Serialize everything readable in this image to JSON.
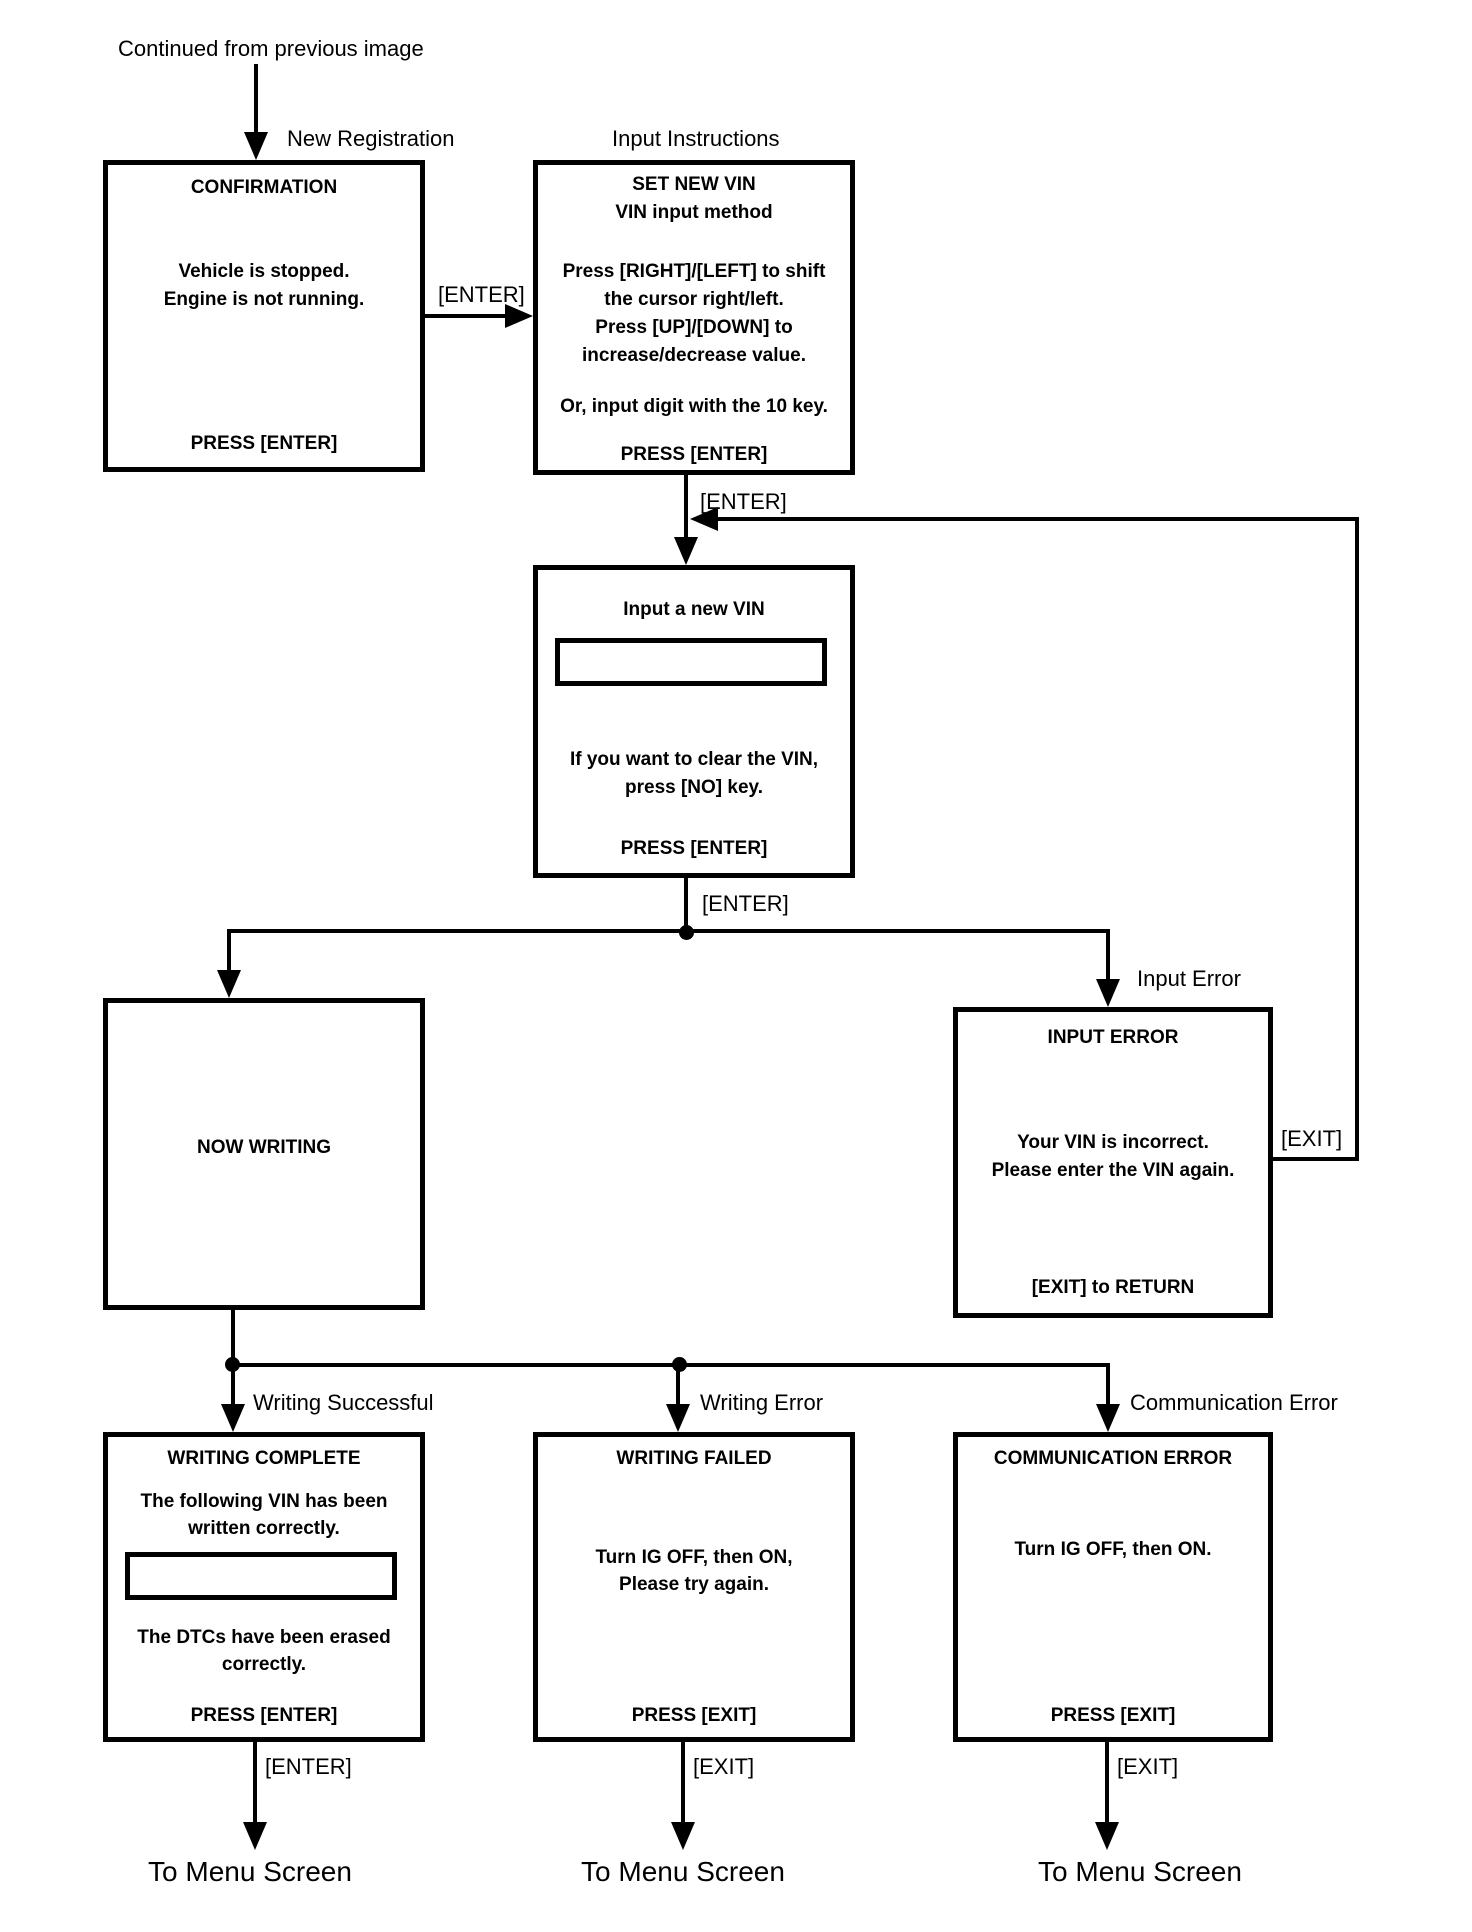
{
  "flow": {
    "start_label": "Continued from previous image",
    "branch_labels": {
      "new_registration": "New Registration",
      "input_instructions": "Input Instructions",
      "input_error": "Input Error",
      "writing_successful": "Writing Successful",
      "writing_error": "Writing Error",
      "communication_error": "Communication Error"
    },
    "edges": {
      "confirm_next": "[ENTER]",
      "instructions_next": "[ENTER]",
      "vin_submit": "[ENTER]",
      "input_error_return": "[EXIT]",
      "complete_next": "[ENTER]",
      "failed_next": "[EXIT]",
      "comm_next": "[EXIT]"
    },
    "boxes": {
      "confirmation": {
        "title": "CONFIRMATION",
        "line1": "Vehicle is stopped.",
        "line2": "Engine is not running.",
        "footer": "PRESS [ENTER]"
      },
      "set_new_vin": {
        "title1": "SET NEW VIN",
        "title2": "VIN input method",
        "line1": "Press [RIGHT]/[LEFT] to shift",
        "line2": "the cursor right/left.",
        "line3": "Press [UP]/[DOWN] to",
        "line4": "increase/decrease value.",
        "line5": "Or, input digit with the 10 key.",
        "footer": "PRESS [ENTER]"
      },
      "input_new_vin": {
        "title": "Input a new VIN",
        "input_value": "",
        "line1": "If you want to clear the VIN,",
        "line2": "press [NO] key.",
        "footer": "PRESS [ENTER]"
      },
      "now_writing": {
        "title": "NOW WRITING"
      },
      "input_error": {
        "title": "INPUT ERROR",
        "line1": "Your VIN is incorrect.",
        "line2": "Please enter the VIN again.",
        "footer": "[EXIT] to RETURN"
      },
      "writing_complete": {
        "title": "WRITING COMPLETE",
        "line1": "The following VIN has been",
        "line2": "written correctly.",
        "input_value": "",
        "line3": "The DTCs have been erased",
        "line4": "correctly.",
        "footer": "PRESS [ENTER]"
      },
      "writing_failed": {
        "title": "WRITING FAILED",
        "line1": "Turn IG OFF, then ON,",
        "line2": "Please try again.",
        "footer": "PRESS [EXIT]"
      },
      "communication_error": {
        "title": "COMMUNICATION ERROR",
        "line1": "Turn IG OFF, then ON.",
        "footer": "PRESS [EXIT]"
      }
    },
    "terminals": [
      "To Menu Screen",
      "To Menu Screen",
      "To Menu Screen"
    ]
  },
  "colors": {
    "line": "#000000",
    "background": "#ffffff"
  }
}
